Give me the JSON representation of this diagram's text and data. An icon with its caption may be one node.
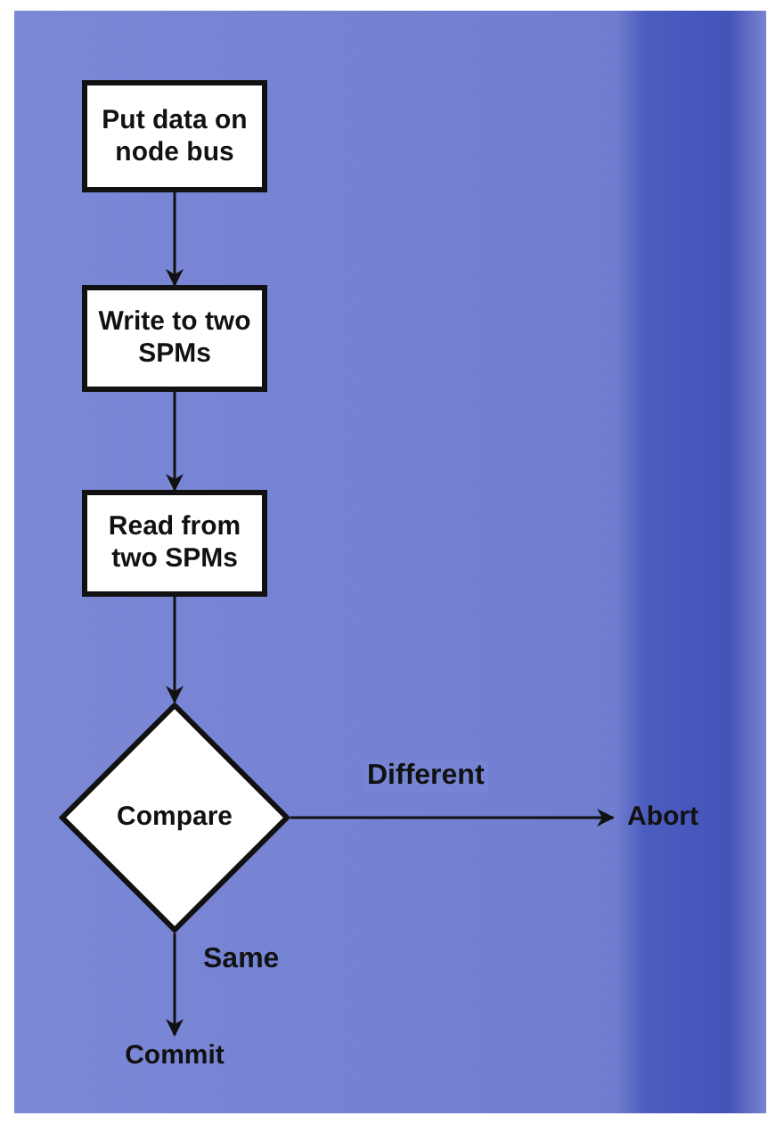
{
  "diagram": {
    "nodes": [
      {
        "text": [
          "Put data on node bus"
        ]
      },
      {
        "text": [
          "Write to two SPMs"
        ]
      },
      {
        "text": [
          "Read from two SPMs"
        ]
      },
      {
        "text": [
          "Compare"
        ]
      },
      {
        "text": [
          "Abort"
        ]
      },
      {
        "text": [
          "Commit"
        ]
      }
    ],
    "edges": [
      {
        "from": 0,
        "to": 1,
        "arrow": "to"
      },
      {
        "from": 1,
        "to": 2,
        "arrow": "to"
      },
      {
        "from": 2,
        "to": 3,
        "arrow": "to"
      },
      {
        "from": 3,
        "to": 4,
        "arrow": "to",
        "label": "Different"
      },
      {
        "from": 3,
        "to": 5,
        "arrow": "to",
        "label": "Same"
      }
    ]
  }
}
